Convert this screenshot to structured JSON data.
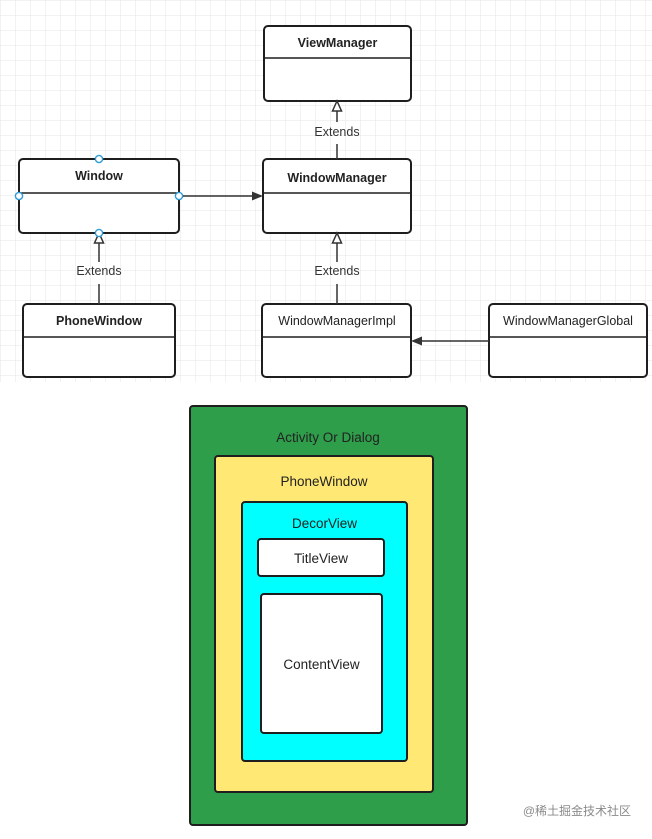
{
  "class_diagram": {
    "classes": {
      "view_manager": "ViewManager",
      "window": "Window",
      "window_manager": "WindowManager",
      "phone_window": "PhoneWindow",
      "window_manager_impl": "WindowManagerImpl",
      "window_manager_global": "WindowManagerGlobal"
    },
    "edges": {
      "wm_extends_vm": "Extends",
      "pw_extends_window": "Extends",
      "impl_extends_wm": "Extends"
    }
  },
  "layers": {
    "outer": "Activity Or Dialog",
    "phone_window": "PhoneWindow",
    "decor_view": "DecorView",
    "title_view": "TitleView",
    "content_view": "ContentView"
  },
  "colors": {
    "outer_fill": "#2e9e4a",
    "phone_window_fill": "#ffe873",
    "decor_view_fill": "#00ffff",
    "node_border": "#1e1e1e",
    "connector_handle": "#2f9bd6"
  },
  "watermark": "@稀土掘金技术社区"
}
